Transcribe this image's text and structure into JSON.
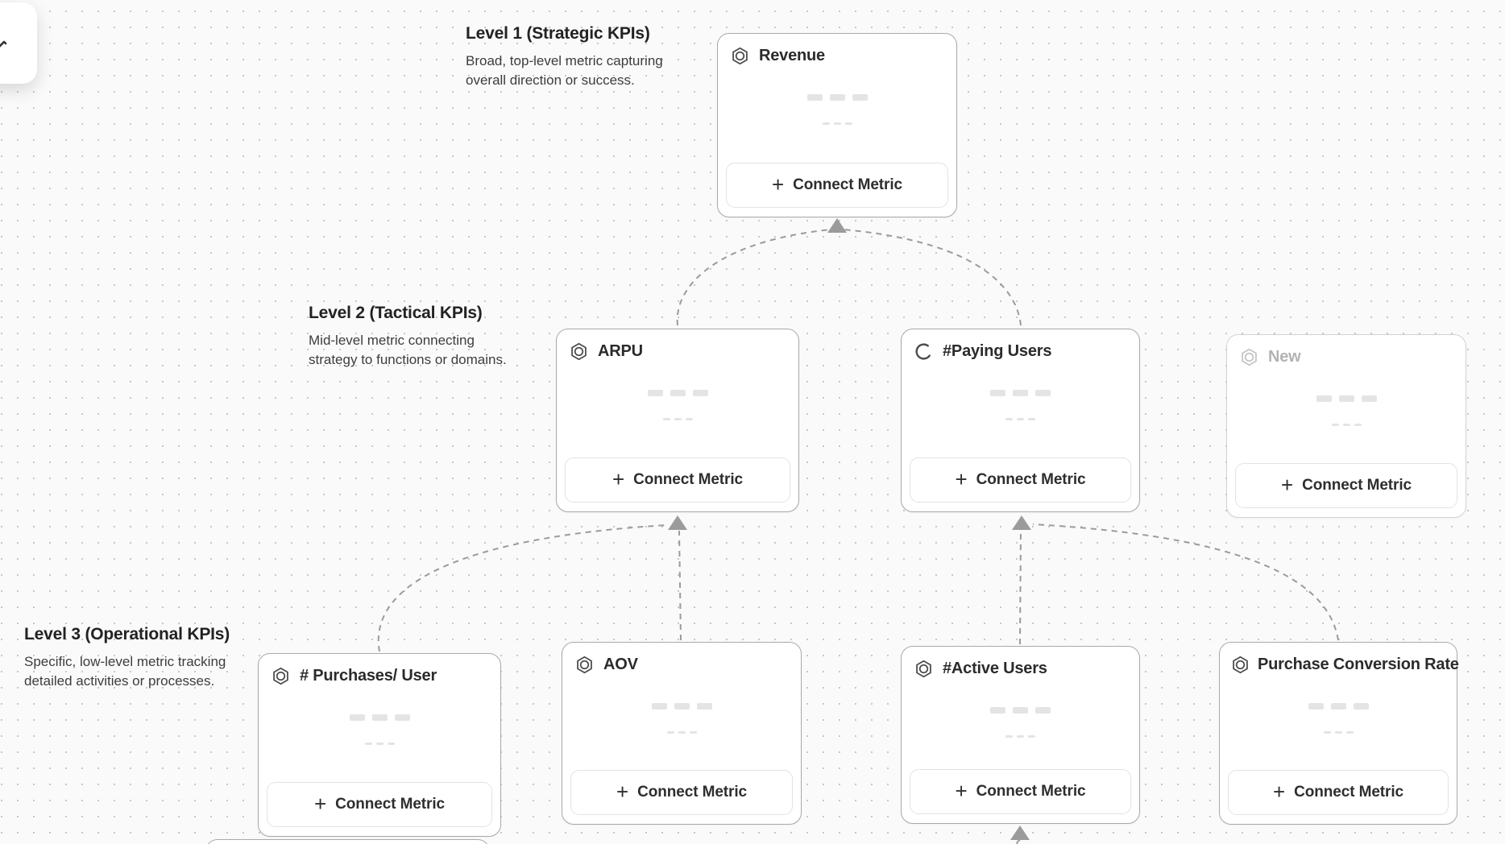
{
  "levels": [
    {
      "title": "Level 1 (Strategic KPIs)",
      "description": "Broad, top-level metric capturing overall direction or success."
    },
    {
      "title": "Level 2 (Tactical KPIs)",
      "description": "Mid-level metric connecting strategy to functions or domains."
    },
    {
      "title": "Level 3 (Operational KPIs)",
      "description": "Specific, low-level metric tracking detailed activities or processes."
    }
  ],
  "cards": [
    {
      "title": "Revenue",
      "icon": "metric-hexagon",
      "state": "default",
      "button": "Connect Metric"
    },
    {
      "title": "ARPU",
      "icon": "metric-hexagon",
      "state": "default",
      "button": "Connect Metric"
    },
    {
      "title": "#Paying Users",
      "icon": "loading-spinner",
      "state": "loading",
      "button": "Connect Metric"
    },
    {
      "title": "New",
      "icon": "metric-hexagon",
      "state": "draft",
      "button": "Connect Metric"
    },
    {
      "title": "# Purchases/ User",
      "icon": "metric-hexagon",
      "state": "default",
      "button": "Connect Metric"
    },
    {
      "title": "AOV",
      "icon": "metric-hexagon",
      "state": "default",
      "button": "Connect Metric"
    },
    {
      "title": "#Active Users",
      "icon": "metric-hexagon",
      "state": "default",
      "button": "Connect Metric"
    },
    {
      "title": "Purchase Conversion Rate",
      "icon": "metric-hexagon",
      "state": "default",
      "button": "Connect Metric"
    }
  ],
  "ui": {
    "plus_icon": "+"
  },
  "colors": {
    "canvas_bg": "#fafafa",
    "dot_grid": "#c7c7c7",
    "card_border": "#a9a9a9",
    "draft_gray": "#b3b3b3",
    "arrow": "#9b9b9b",
    "skeleton": "#e4e4e4",
    "text": "#2b2b2b"
  }
}
